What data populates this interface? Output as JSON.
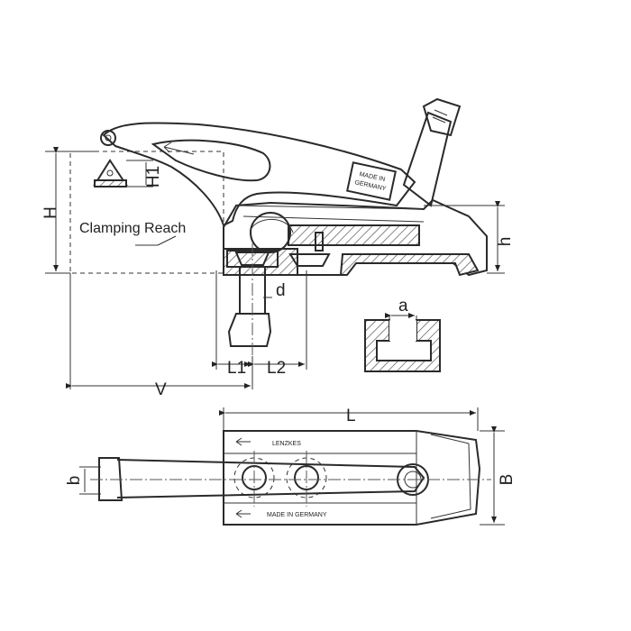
{
  "labels": {
    "H": "H",
    "H1": "H1",
    "clamping_reach": "Clamping Reach",
    "h": "h",
    "d": "d",
    "a": "a",
    "L1": "L1",
    "L2": "L2",
    "V": "V",
    "L": "L",
    "B": "B",
    "b": "b"
  },
  "stamps": {
    "side_plate_line1": "MADE IN",
    "side_plate_line2": "GERMANY",
    "top_brand": "LENZKES",
    "top_origin": "MADE IN GERMANY"
  }
}
